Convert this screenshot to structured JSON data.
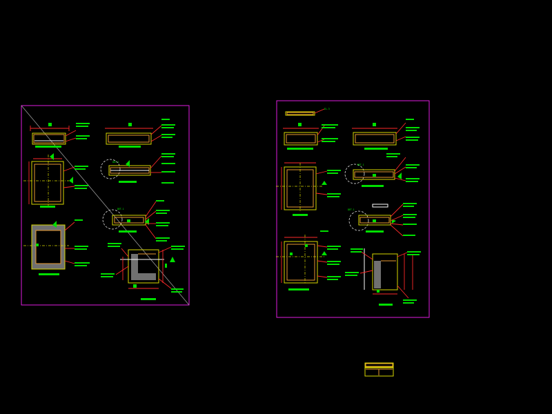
{
  "app": {
    "title": ""
  },
  "colors": {
    "background": "#000000",
    "sheet_frame": "#e01ce0",
    "annotation_text": "#00ff00",
    "leader_line": "#ff2a2a",
    "object_line": "#d8d800",
    "finish_line": "#e89a30",
    "detail_circle": "#ffffff"
  },
  "sheets": [
    {
      "name": "sheet-left",
      "detail_label": "DET.1"
    },
    {
      "name": "sheet-right",
      "detail_label": "DET.1",
      "top_tag": "EL.3"
    }
  ]
}
